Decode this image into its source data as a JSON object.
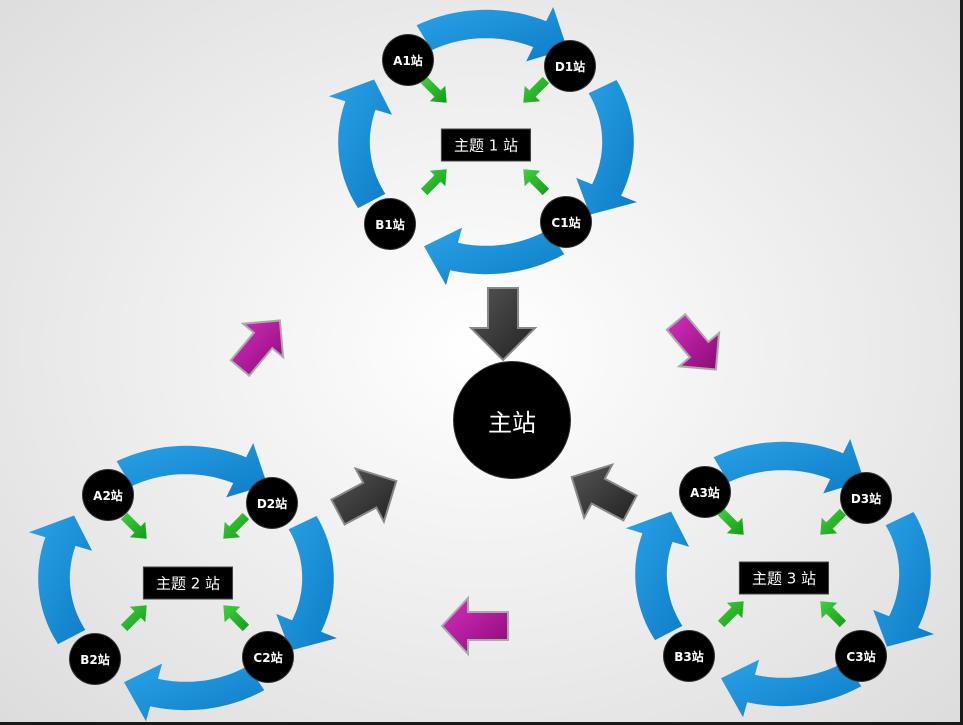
{
  "main_station": "主站",
  "clusters": [
    {
      "topic": "主题 1 站",
      "a": "A1站",
      "b": "B1站",
      "c": "C1站",
      "d": "D1站"
    },
    {
      "topic": "主题 2 站",
      "a": "A2站",
      "b": "B2站",
      "c": "C2站",
      "d": "D2站"
    },
    {
      "topic": "主题 3 站",
      "a": "A3站",
      "b": "B3站",
      "c": "C3站",
      "d": "D3站"
    }
  ],
  "colors": {
    "cycle_arrow": "#1a8fd8",
    "feed_arrow": "#2db52d",
    "main_arrow": "#3a3a3a",
    "cross_arrow": "#b8169f",
    "node": "#000000"
  },
  "icons": [
    "cycle-arrow-icon",
    "feed-arrow-icon",
    "main-arrow-icon",
    "cross-arrow-icon"
  ]
}
